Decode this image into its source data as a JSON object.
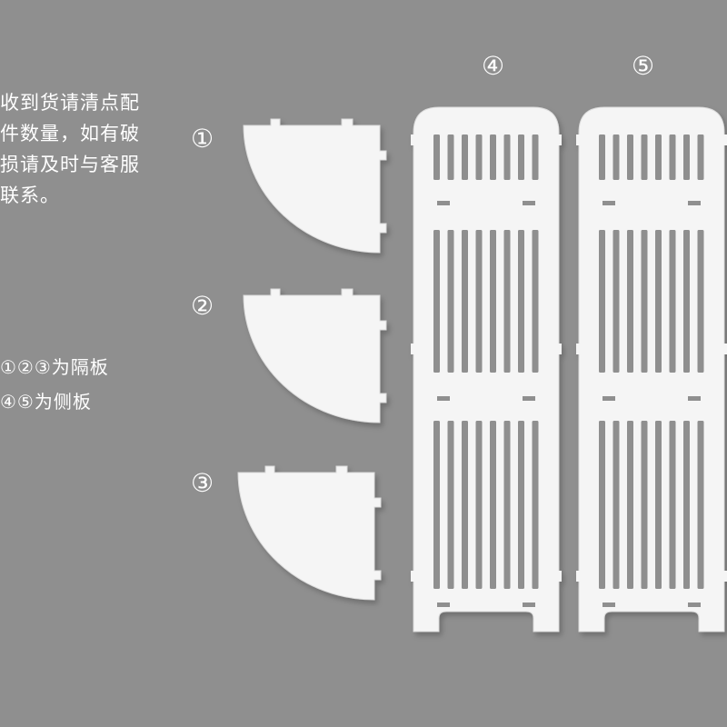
{
  "notice_lines": [
    "收到货请清点配",
    "件数量，如有破",
    "损请及时与客服",
    "联系。"
  ],
  "legend": {
    "shelves": "①②③为隔板",
    "sides": "④⑤为侧板"
  },
  "part_labels": {
    "p1": "①",
    "p2": "②",
    "p3": "③",
    "p4": "④",
    "p5": "⑤"
  },
  "colors": {
    "background": "#8f8f8f",
    "panel": "#f5f5f5",
    "text": "#ffffff"
  }
}
